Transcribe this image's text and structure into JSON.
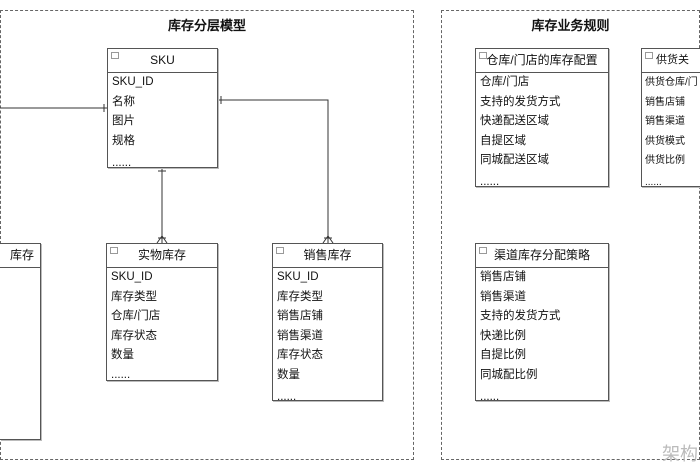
{
  "groups": {
    "model": {
      "title": "库存分层模型"
    },
    "rules": {
      "title": "库存业务规则"
    }
  },
  "entities": {
    "sku": {
      "title": "SKU",
      "rows": [
        "SKU_ID",
        "名称",
        "图片",
        "规格",
        "......"
      ]
    },
    "left_partial": {
      "title": "库存",
      "rows": []
    },
    "physical": {
      "title": "实物库存",
      "rows": [
        "SKU_ID",
        "库存类型",
        "仓库/门店",
        "库存状态",
        "数量",
        "......"
      ]
    },
    "sales": {
      "title": "销售库存",
      "rows": [
        "SKU_ID",
        "库存类型",
        "销售店铺",
        "销售渠道",
        "库存状态",
        "数量",
        "......"
      ]
    },
    "warehouse_config": {
      "title": "仓库/门店的库存配置",
      "rows": [
        "仓库/门店",
        "支持的发货方式",
        "快递配送区域",
        "自提区域",
        "同城配送区域",
        "......"
      ]
    },
    "supply": {
      "title": "供货关",
      "rows": [
        "供货仓库/门",
        "销售店铺",
        "销售渠道",
        "供货模式",
        "供货比例",
        "......"
      ]
    },
    "channel_strategy": {
      "title": "渠道库存分配策略",
      "rows": [
        "销售店铺",
        "销售渠道",
        "支持的发货方式",
        "快递比例",
        "自提比例",
        "同城配比例",
        "......"
      ]
    }
  },
  "watermark": "架构"
}
